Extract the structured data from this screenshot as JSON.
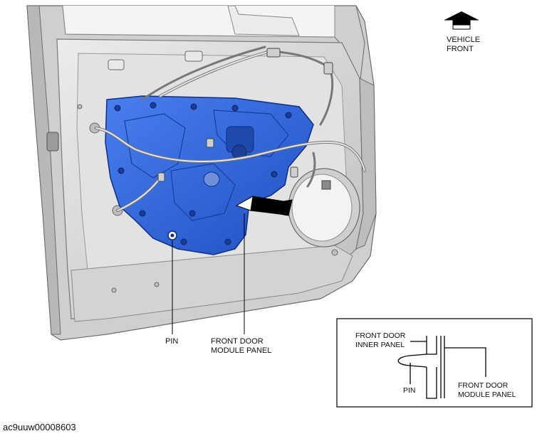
{
  "labels": {
    "vehicle_front_line1": "VEHICLE",
    "vehicle_front_line2": "FRONT",
    "pin": "PIN",
    "module_panel_line1": "FRONT DOOR",
    "module_panel_line2": "MODULE PANEL"
  },
  "inset": {
    "inner_panel_line1": "FRONT DOOR",
    "inner_panel_line2": "INNER PANEL",
    "pin": "PIN",
    "module_panel_line1": "FRONT DOOR",
    "module_panel_line2": "MODULE PANEL"
  },
  "reference_code": "ac9uuw00008603",
  "colors": {
    "module_panel": "#2d62d6",
    "module_panel_dark": "#173fa0",
    "door_metal": "#d9d9d9",
    "door_shadow": "#a9a9a9",
    "arrow": "#000000"
  },
  "icons": {
    "direction_arrow": "arrow-up-icon",
    "removal_arrow": "arrow-left-icon"
  }
}
